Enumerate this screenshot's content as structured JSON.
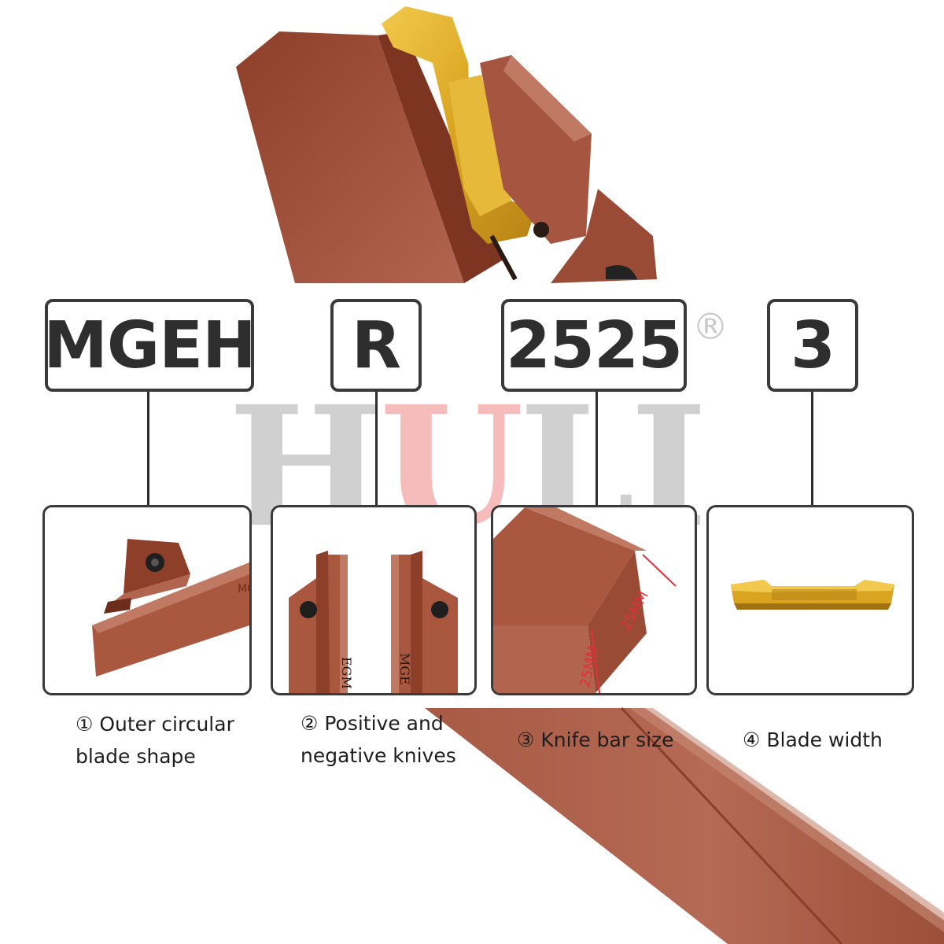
{
  "watermark": {
    "letters": [
      "H",
      "U",
      "L",
      "I"
    ],
    "registered": "®"
  },
  "code_parts": [
    "MGEH",
    "R",
    "2525",
    "3"
  ],
  "captions": [
    {
      "line1": "① Outer circular",
      "line2": "blade shape"
    },
    {
      "line1": "② Positive and",
      "line2": "negative knives"
    },
    {
      "line1": "③ Knife bar size",
      "line2": ""
    },
    {
      "line1": "④ Blade width",
      "line2": ""
    }
  ],
  "panel_labels": {
    "holder_mark": "MG",
    "left_knife_mark": "EGM",
    "right_knife_mark": "MGE",
    "dim_width": "25MM",
    "dim_height": "25MM"
  },
  "colors": {
    "holder": "#a9573f",
    "insert": "#d9a520",
    "frame": "#3a3a3a",
    "dimension_line": "#e0303a"
  }
}
